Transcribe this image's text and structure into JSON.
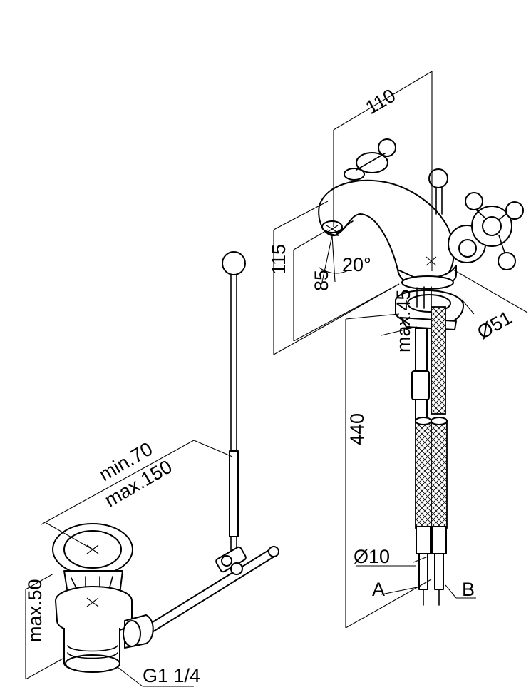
{
  "dimensions": {
    "width_110": "110",
    "height_115": "115",
    "spout_85": "85",
    "angle_20": "20°",
    "dia_51": "Ø51",
    "max_45": "max.45",
    "length_440": "440",
    "dia_10": "Ø10",
    "conn_a": "A",
    "conn_b": "B",
    "min_70": "min.70",
    "max_150": "max.150",
    "max_50": "max.50",
    "thread_g": "G1 1/4"
  }
}
